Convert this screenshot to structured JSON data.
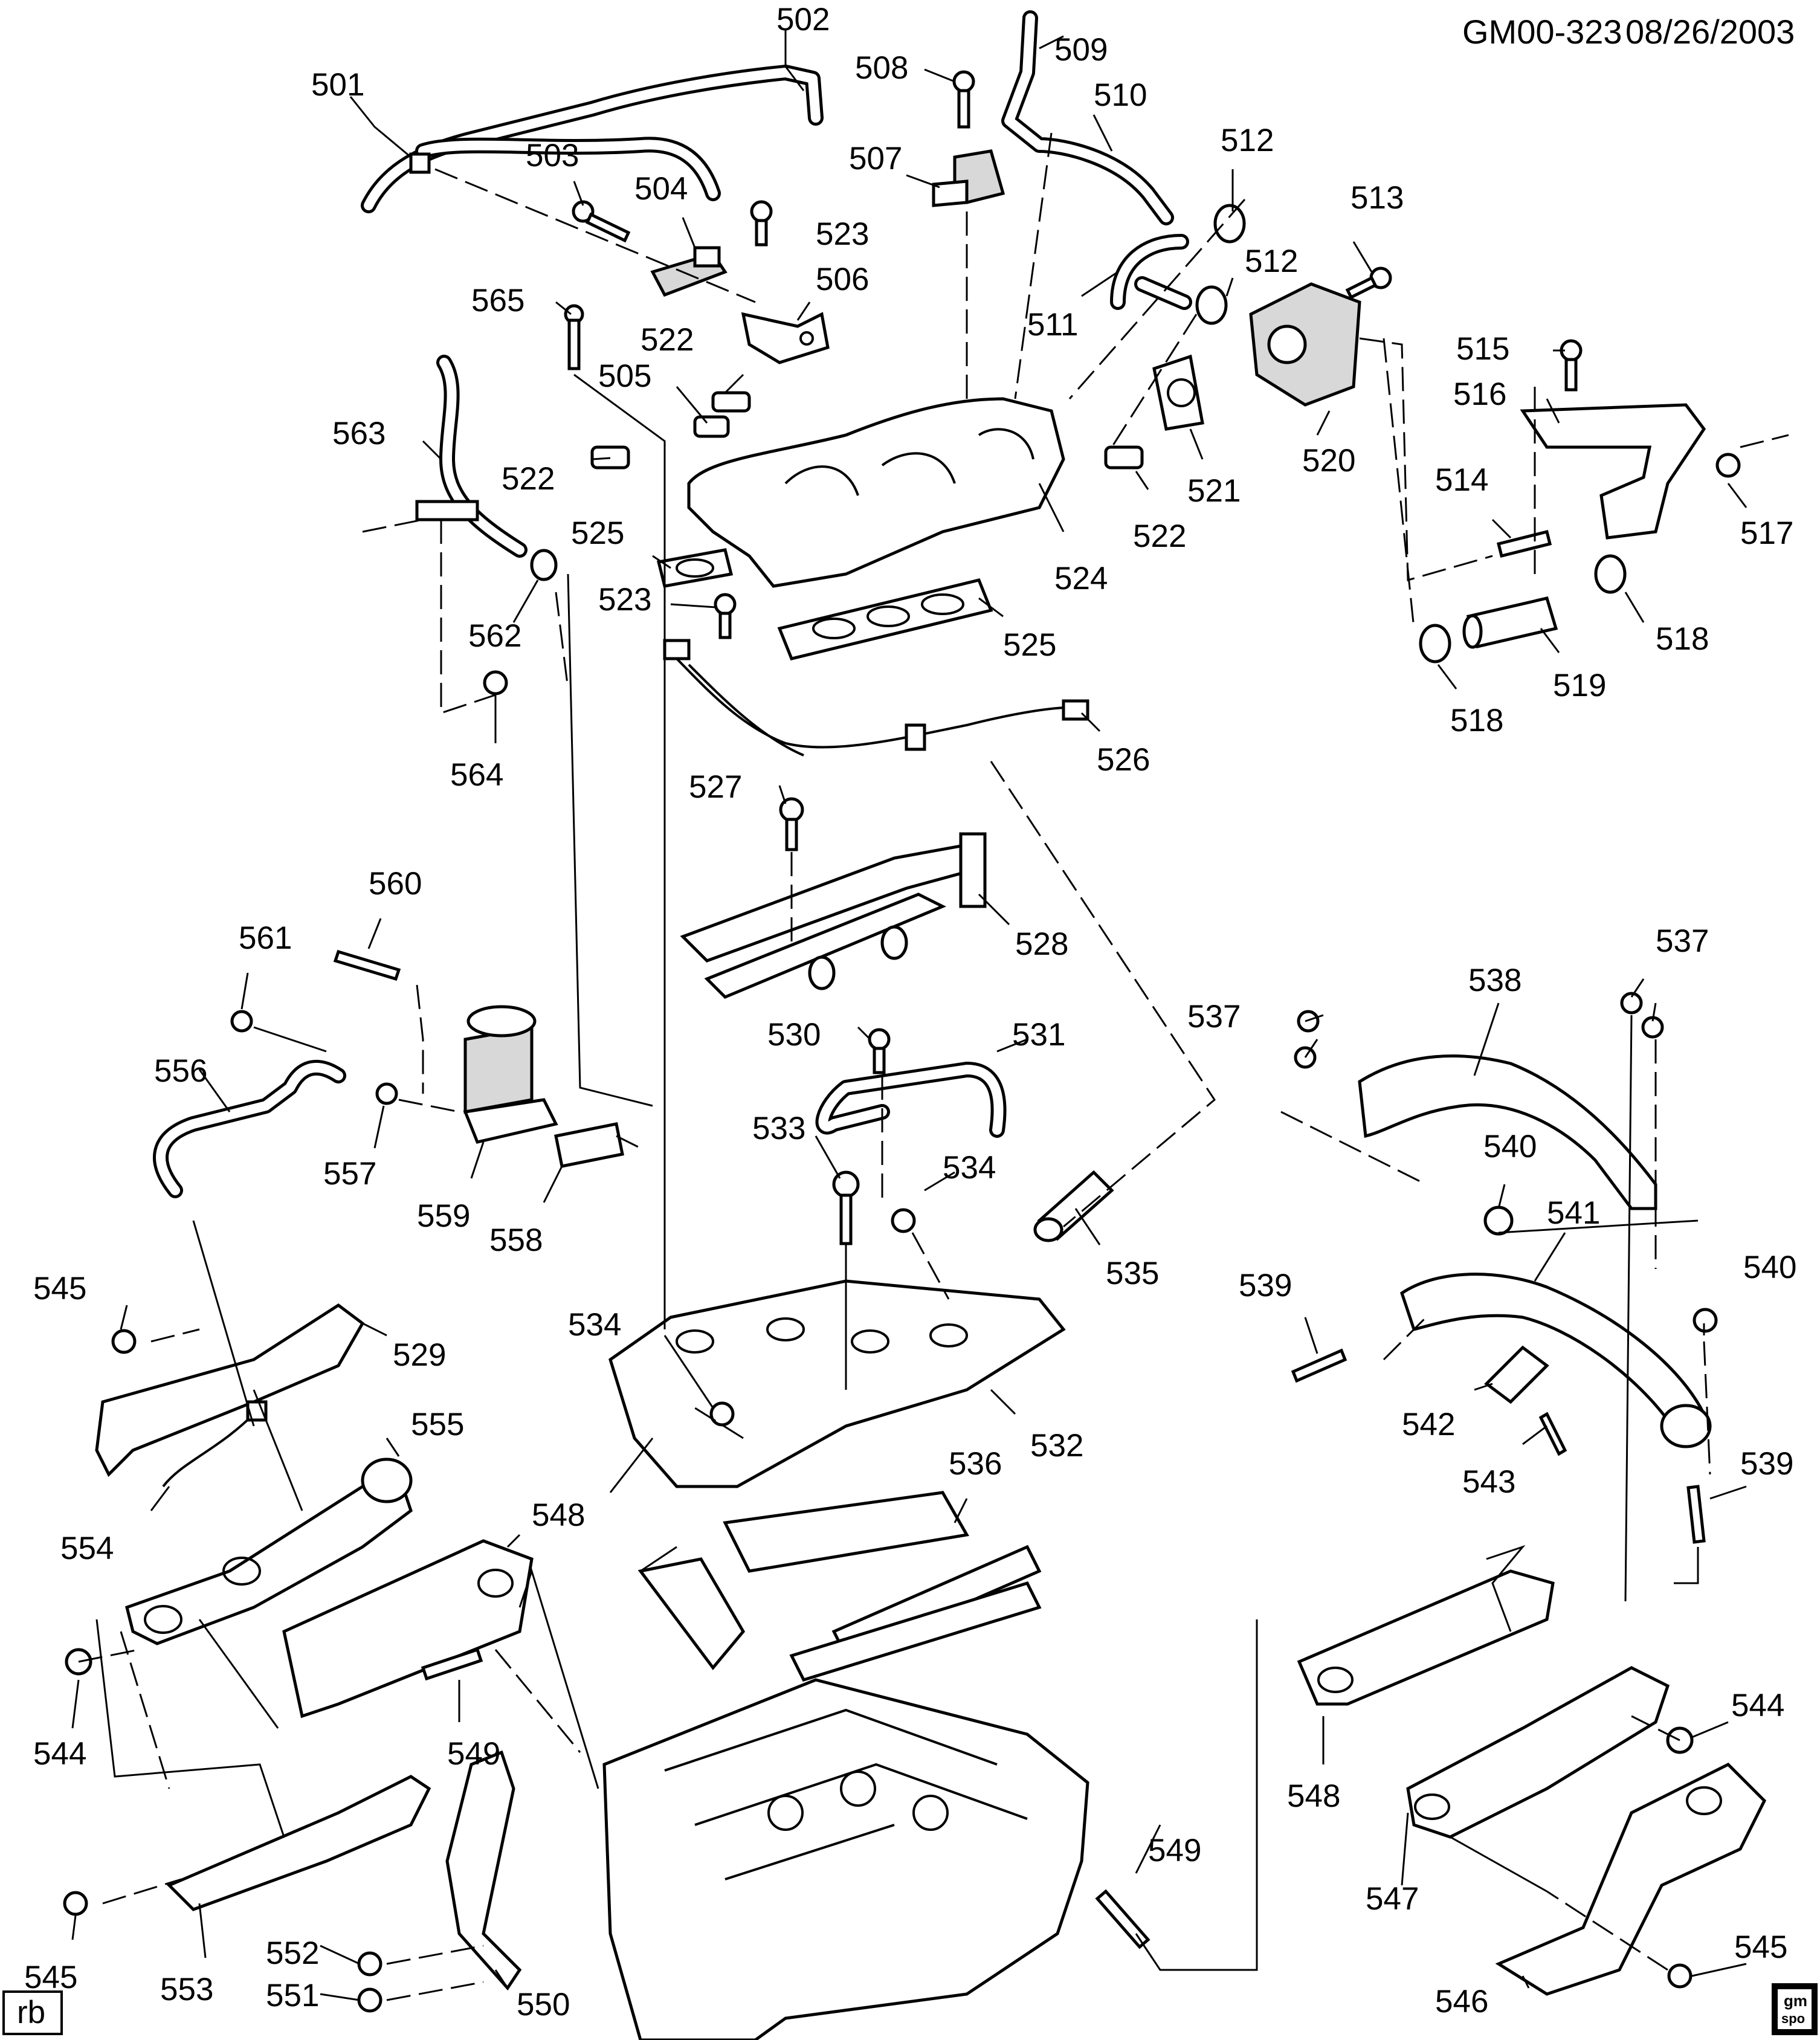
{
  "header": {
    "code": "GM00-323",
    "date": "08/26/2003"
  },
  "corner_tag": "rb",
  "logo": {
    "line1": "gm",
    "line2": "spo"
  },
  "callouts": [
    {
      "text": "501"
    },
    {
      "text": "502"
    },
    {
      "text": "503"
    },
    {
      "text": "504"
    },
    {
      "text": "505"
    },
    {
      "text": "506"
    },
    {
      "text": "507"
    },
    {
      "text": "508"
    },
    {
      "text": "509"
    },
    {
      "text": "510"
    },
    {
      "text": "511"
    },
    {
      "text": "512"
    },
    {
      "text": "512"
    },
    {
      "text": "513"
    },
    {
      "text": "514"
    },
    {
      "text": "515"
    },
    {
      "text": "516"
    },
    {
      "text": "517"
    },
    {
      "text": "518"
    },
    {
      "text": "518"
    },
    {
      "text": "519"
    },
    {
      "text": "520"
    },
    {
      "text": "521"
    },
    {
      "text": "522"
    },
    {
      "text": "522"
    },
    {
      "text": "522"
    },
    {
      "text": "523"
    },
    {
      "text": "523"
    },
    {
      "text": "524"
    },
    {
      "text": "525"
    },
    {
      "text": "525"
    },
    {
      "text": "526"
    },
    {
      "text": "527"
    },
    {
      "text": "528"
    },
    {
      "text": "529"
    },
    {
      "text": "530"
    },
    {
      "text": "531"
    },
    {
      "text": "532"
    },
    {
      "text": "533"
    },
    {
      "text": "534"
    },
    {
      "text": "534"
    },
    {
      "text": "535"
    },
    {
      "text": "536"
    },
    {
      "text": "537"
    },
    {
      "text": "537"
    },
    {
      "text": "538"
    },
    {
      "text": "539"
    },
    {
      "text": "539"
    },
    {
      "text": "540"
    },
    {
      "text": "540"
    },
    {
      "text": "541"
    },
    {
      "text": "542"
    },
    {
      "text": "543"
    },
    {
      "text": "544"
    },
    {
      "text": "544"
    },
    {
      "text": "545"
    },
    {
      "text": "545"
    },
    {
      "text": "545"
    },
    {
      "text": "546"
    },
    {
      "text": "547"
    },
    {
      "text": "548"
    },
    {
      "text": "548"
    },
    {
      "text": "549"
    },
    {
      "text": "549"
    },
    {
      "text": "550"
    },
    {
      "text": "551"
    },
    {
      "text": "552"
    },
    {
      "text": "553"
    },
    {
      "text": "554"
    },
    {
      "text": "555"
    },
    {
      "text": "556"
    },
    {
      "text": "557"
    },
    {
      "text": "558"
    },
    {
      "text": "559"
    },
    {
      "text": "560"
    },
    {
      "text": "561"
    },
    {
      "text": "562"
    },
    {
      "text": "563"
    },
    {
      "text": "564"
    },
    {
      "text": "565"
    }
  ]
}
